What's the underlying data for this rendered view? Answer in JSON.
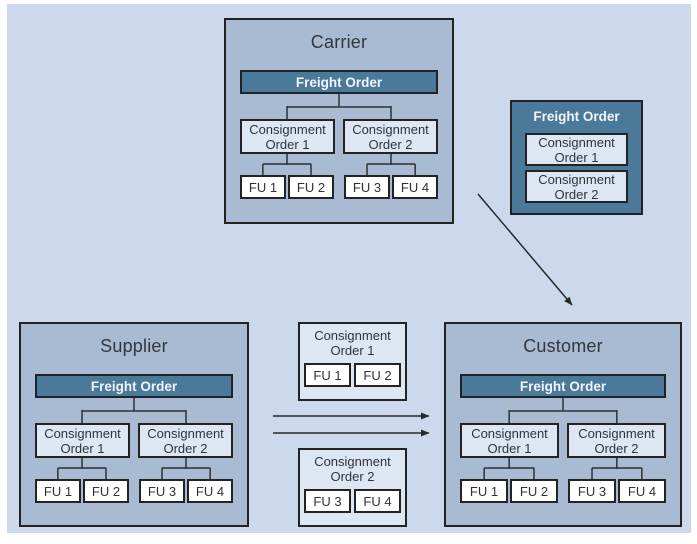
{
  "colors": {
    "canvas_bg": "#ccd8ec",
    "panel_fill": "#a8bbd3",
    "freight_order_fill": "#4a7999",
    "consignment_fill": "#dde7f3",
    "freight_unit_fill": "#ffffff",
    "border": "#232323",
    "text": "#33373c",
    "arrow": "#26282b"
  },
  "panels": {
    "carrier": {
      "title": "Carrier",
      "freight_order": "Freight Order",
      "consignment_orders": [
        "Consignment Order 1",
        "Consignment Order 2"
      ],
      "freight_units": [
        "FU 1",
        "FU 2",
        "FU 3",
        "FU 4"
      ]
    },
    "supplier": {
      "title": "Supplier",
      "freight_order": "Freight Order",
      "consignment_orders": [
        "Consignment Order 1",
        "Consignment Order 2"
      ],
      "freight_units": [
        "FU 1",
        "FU 2",
        "FU 3",
        "FU 4"
      ]
    },
    "customer": {
      "title": "Customer",
      "freight_order": "Freight Order",
      "consignment_orders": [
        "Consignment Order 1",
        "Consignment Order 2"
      ],
      "freight_units": [
        "FU 1",
        "FU 2",
        "FU 3",
        "FU 4"
      ]
    }
  },
  "standalone_freight_order": {
    "title": "Freight Order",
    "consignment_orders": [
      "Consignment Order 1",
      "Consignment Order 2"
    ]
  },
  "transfer": {
    "boxes": [
      {
        "title": "Consignment Order 1",
        "freight_units": [
          "FU 1",
          "FU 2"
        ]
      },
      {
        "title": "Consignment Order 2",
        "freight_units": [
          "FU 3",
          "FU 4"
        ]
      }
    ]
  }
}
